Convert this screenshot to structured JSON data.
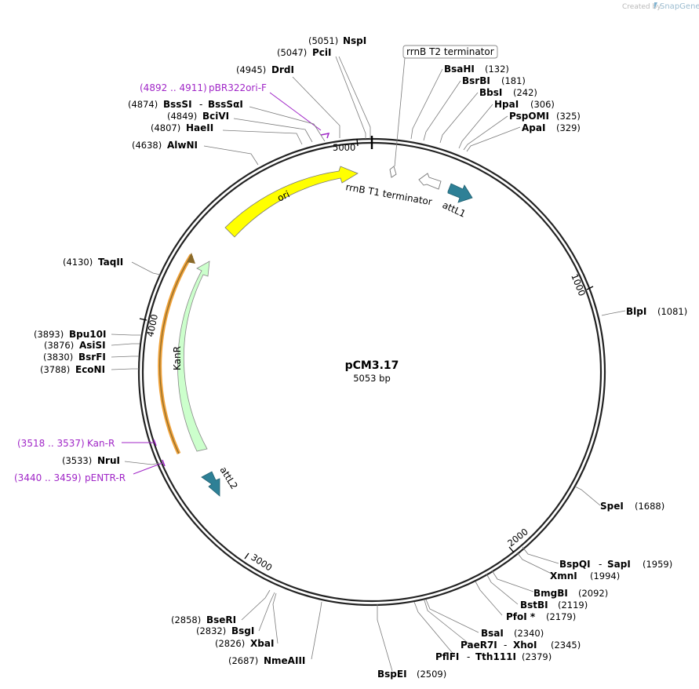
{
  "credit": {
    "text": "Created by",
    "brand": "SnapGene"
  },
  "plasmid": {
    "name": "pCM3.17",
    "size_label": "5053 bp"
  },
  "ticks": [
    "1000",
    "2000",
    "3000",
    "4000",
    "5000"
  ],
  "features": {
    "ori": "ori",
    "kanr": "KanR",
    "attl1": "attL1",
    "attl2": "attL2",
    "rrnb_t1": "rrnB T1 terminator",
    "rrnb_t2": "rrnB T2 terminator"
  },
  "sites": [
    {
      "id": "nspi",
      "pos": "(5051)",
      "name": "NspI"
    },
    {
      "id": "pcii",
      "pos": "(5047)",
      "name": "PciI"
    },
    {
      "id": "drdi",
      "pos": "(4945)",
      "name": "DrdI"
    },
    {
      "id": "bsssi",
      "pos": "(4874)",
      "name": "BssSI",
      "name2": "BssSαI"
    },
    {
      "id": "bcivi",
      "pos": "(4849)",
      "name": "BciVI"
    },
    {
      "id": "haeii",
      "pos": "(4807)",
      "name": "HaeII"
    },
    {
      "id": "alwni",
      "pos": "(4638)",
      "name": "AlwNI"
    },
    {
      "id": "taqii",
      "pos": "(4130)",
      "name": "TaqII"
    },
    {
      "id": "bpu10i",
      "pos": "(3893)",
      "name": "Bpu10I"
    },
    {
      "id": "asisi",
      "pos": "(3876)",
      "name": "AsiSI"
    },
    {
      "id": "bsrfi",
      "pos": "(3830)",
      "name": "BsrFI"
    },
    {
      "id": "econi",
      "pos": "(3788)",
      "name": "EcoNI"
    },
    {
      "id": "nrui",
      "pos": "(3533)",
      "name": "NruI"
    },
    {
      "id": "bseri",
      "pos": "(2858)",
      "name": "BseRI"
    },
    {
      "id": "bsgi",
      "pos": "(2832)",
      "name": "BsgI"
    },
    {
      "id": "xbai",
      "pos": "(2826)",
      "name": "XbaI"
    },
    {
      "id": "nmeaiii",
      "pos": "(2687)",
      "name": "NmeAIII"
    },
    {
      "id": "bspei",
      "pos": "(2509)",
      "name": "BspEI"
    },
    {
      "id": "pflfi",
      "pos": "(2379)",
      "name": "PflFI",
      "name2": "Tth111I"
    },
    {
      "id": "paer7i",
      "pos": "(2345)",
      "name": "PaeR7I",
      "name2": "XhoI"
    },
    {
      "id": "bsai",
      "pos": "(2340)",
      "name": "BsaI"
    },
    {
      "id": "pfoi",
      "pos": "(2179)",
      "name": "PfoI *"
    },
    {
      "id": "bstbi",
      "pos": "(2119)",
      "name": "BstBI"
    },
    {
      "id": "bmgbi",
      "pos": "(2092)",
      "name": "BmgBI"
    },
    {
      "id": "xmni",
      "pos": "(1994)",
      "name": "XmnI"
    },
    {
      "id": "bspqi",
      "pos": "(1959)",
      "name": "BspQI",
      "name2": "SapI"
    },
    {
      "id": "spei",
      "pos": "(1688)",
      "name": "SpeI"
    },
    {
      "id": "blpi",
      "pos": "(1081)",
      "name": "BlpI"
    },
    {
      "id": "apai",
      "pos": "(329)",
      "name": "ApaI"
    },
    {
      "id": "pspomi",
      "pos": "(325)",
      "name": "PspOMI"
    },
    {
      "id": "hpai",
      "pos": "(306)",
      "name": "HpaI"
    },
    {
      "id": "bbsi",
      "pos": "(242)",
      "name": "BbsI"
    },
    {
      "id": "bsrbi",
      "pos": "(181)",
      "name": "BsrBI"
    },
    {
      "id": "bsahi",
      "pos": "(132)",
      "name": "BsaHI"
    }
  ],
  "primers": [
    {
      "id": "pbr322ori",
      "range": "(4892 .. 4911)",
      "name": "pBR322ori-F"
    },
    {
      "id": "kanr_primer",
      "range": "(3518 .. 3537)",
      "name": "Kan-R"
    },
    {
      "id": "pentr",
      "range": "(3440 .. 3459)",
      "name": "pENTR-R"
    }
  ],
  "colors": {
    "backbone": "#222222",
    "ori": "#ffff00",
    "kanr": "#ccffcc",
    "att": "#2e8096",
    "primer": "#a026c7",
    "orf_highlight": "#f5c27a"
  }
}
